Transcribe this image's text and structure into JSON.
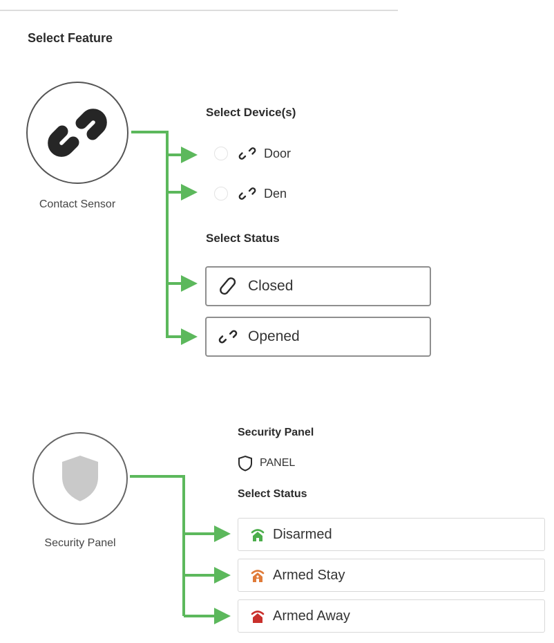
{
  "header": {
    "title": "Select Feature"
  },
  "colors": {
    "connector": "#5cb85c",
    "disarmed": "#4cae4c",
    "armed_stay": "#e07b39",
    "armed_away": "#c9302c",
    "shield": "#c9c9c9"
  },
  "contact_sensor": {
    "caption": "Contact Sensor",
    "icon": "link-icon",
    "devices_heading": "Select Device(s)",
    "devices": [
      {
        "label": "Door",
        "icon": "open-link-icon"
      },
      {
        "label": "Den",
        "icon": "open-link-icon"
      }
    ],
    "status_heading": "Select Status",
    "statuses": [
      {
        "label": "Closed",
        "icon": "closed-link-icon"
      },
      {
        "label": "Opened",
        "icon": "open-link-icon"
      }
    ]
  },
  "security_panel": {
    "caption": "Security Panel",
    "icon": "shield-icon",
    "heading": "Security Panel",
    "panel_label": "PANEL",
    "panel_icon": "shield-outline-icon",
    "status_heading": "Select Status",
    "statuses": [
      {
        "label": "Disarmed",
        "icon": "house-disarmed-icon"
      },
      {
        "label": "Armed Stay",
        "icon": "house-armed-stay-icon"
      },
      {
        "label": "Armed Away",
        "icon": "house-armed-away-icon"
      }
    ]
  }
}
